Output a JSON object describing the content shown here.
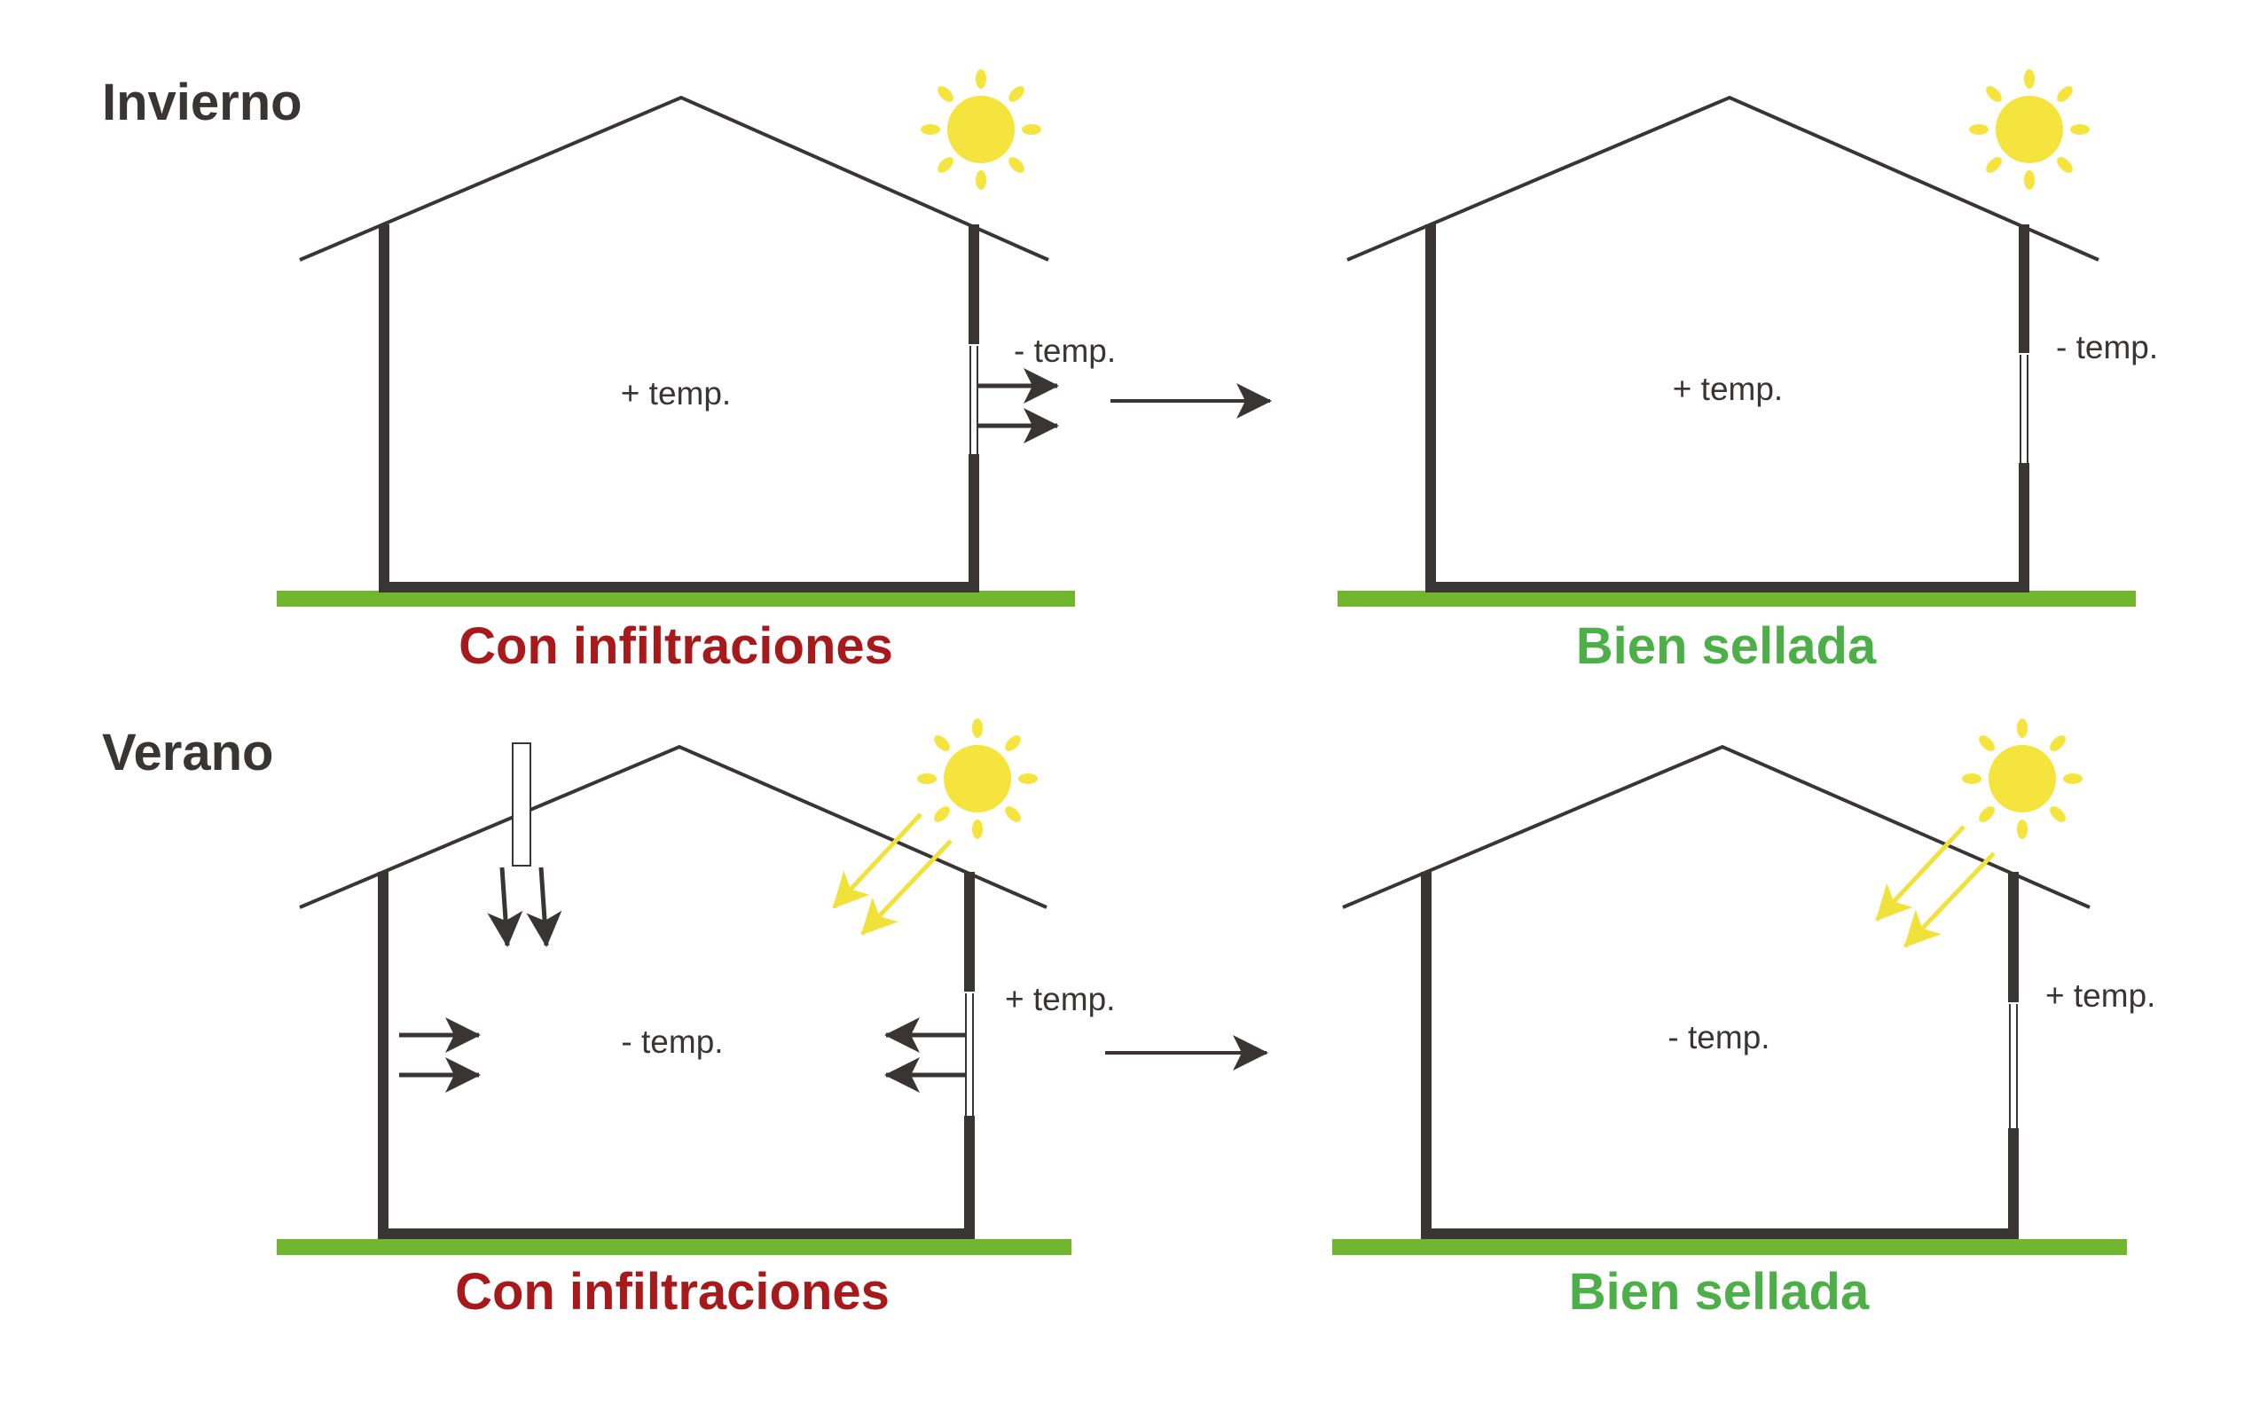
{
  "colors": {
    "wall": "#3a3535",
    "ground": "#72b52f",
    "sun": "#f5e43d",
    "ray_arrow": "#f0e23a",
    "bad": "#a8191b",
    "good": "#4caf47",
    "text": "#3a3535"
  },
  "winter": {
    "title": "Invierno",
    "leaky": {
      "inside": "+ temp.",
      "outside": "- temp.",
      "status": "Con infiltraciones"
    },
    "sealed": {
      "inside": "+ temp.",
      "outside": "- temp.",
      "status": "Bien sellada"
    }
  },
  "summer": {
    "title": "Verano",
    "leaky": {
      "inside": "- temp.",
      "outside": "+ temp.",
      "status": "Con infiltraciones"
    },
    "sealed": {
      "inside": "- temp.",
      "outside": "+ temp.",
      "status": "Bien sellada"
    }
  }
}
